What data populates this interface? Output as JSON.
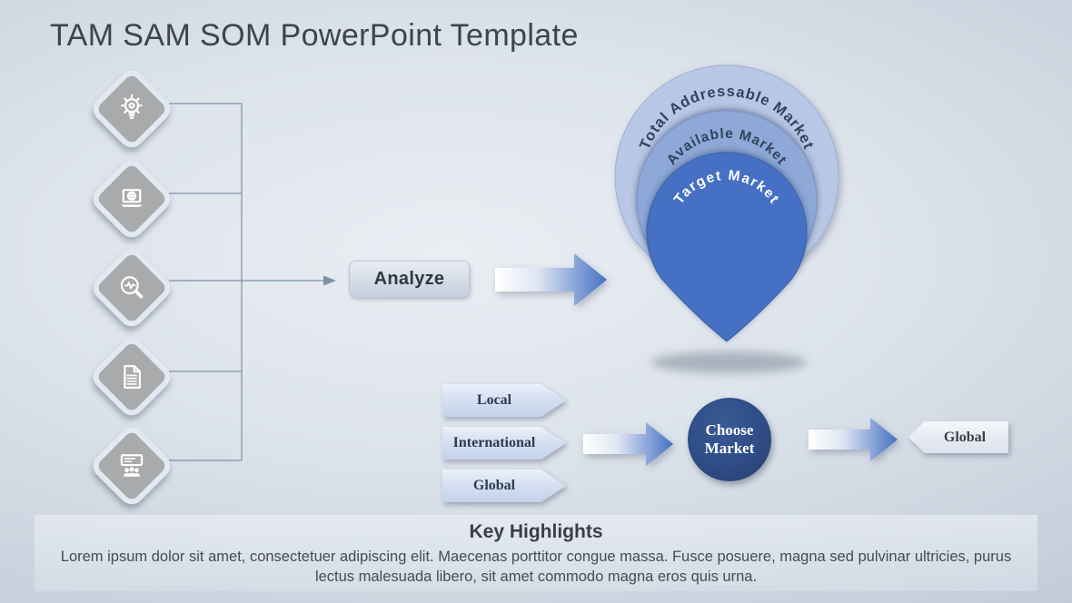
{
  "slide": {
    "title": "TAM SAM SOM PowerPoint Template"
  },
  "colors": {
    "funnel_outer": "#b7c7e5",
    "funnel_middle": "#8ea9d8",
    "funnel_inner": "#4470c4",
    "arrow_light": "#ffffff",
    "arrow_mid": "#dfe6f2",
    "arrow_deep": "#4470c4",
    "connector": "#7e8fa9",
    "choose_circle": "#2e4c86"
  },
  "process_icons": [
    {
      "name": "idea-lightbulb-gear-icon"
    },
    {
      "name": "laptop-globe-icon"
    },
    {
      "name": "magnifier-pulse-icon"
    },
    {
      "name": "document-report-icon"
    },
    {
      "name": "presentation-audience-icon"
    }
  ],
  "analyze": {
    "label": "Analyze"
  },
  "funnel": {
    "layers": [
      {
        "label": "Total Addressable Market",
        "color": "#b7c7e5",
        "text_color": "#33415c"
      },
      {
        "label": "Available Market",
        "color": "#8ea9d8",
        "text_color": "#33415c"
      },
      {
        "label": "Target Market",
        "color": "#4470c4",
        "text_color": "#ffffff"
      }
    ]
  },
  "market_options": [
    {
      "label": "Local"
    },
    {
      "label": "International"
    },
    {
      "label": "Global"
    }
  ],
  "choose_market": {
    "line1": "Choose",
    "line2": "Market"
  },
  "selected_market": {
    "label": "Global"
  },
  "highlights": {
    "title": "Key Highlights",
    "body": "Lorem ipsum dolor sit amet,  consectetuer adipiscing elit. Maecenas porttitor congue massa.  Fusce posuere, magna sed pulvinar ultricies, purus lectus malesuada libero, sit amet commodo magna eros quis urna."
  }
}
